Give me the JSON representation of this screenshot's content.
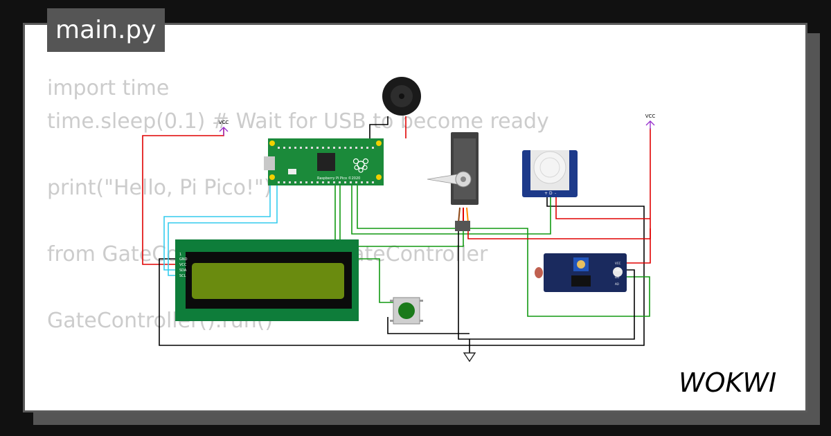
{
  "tab": {
    "filename": "main.py"
  },
  "code_lines": [
    "import time",
    "time.sleep(0.1) # Wait for USB to become ready",
    "",
    "print(\"Hello, Pi Pico!\")",
    "",
    "from GateController import GateController",
    "",
    "GateController().run()"
  ],
  "power": {
    "left_label": "VCC",
    "right_label": "VCC"
  },
  "pico": {
    "silkscreen": "Raspberry Pi Pico ©2020"
  },
  "lcd": {
    "pins": [
      "GND",
      "VCC",
      "SDA",
      "SCL"
    ]
  },
  "pir": {
    "pins": [
      "+",
      "D",
      "-"
    ]
  },
  "ldr": {
    "pins": [
      "VCC",
      "GND",
      "DO",
      "AO"
    ]
  },
  "brand": {
    "logo_text": "WOKWI"
  },
  "colors": {
    "wire_red": "#e00000",
    "wire_black": "#000000",
    "wire_green": "#119911",
    "wire_cyan": "#33ccee",
    "pico_green": "#1b8a3a",
    "lcd_green": "#0e7d3a",
    "lcd_screen": "#6a8b0f",
    "pir_blue": "#1d3a8a",
    "ldr_board": "#1a2a5e"
  }
}
